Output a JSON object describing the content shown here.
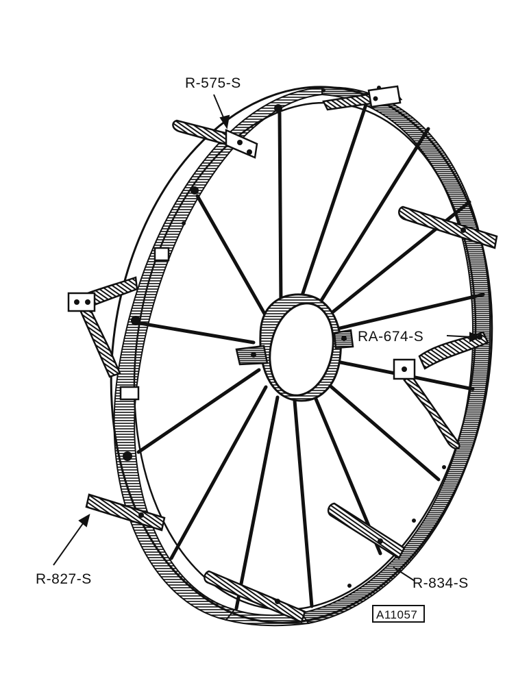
{
  "labels": {
    "top": "R-575-S",
    "right": "RA-674-S",
    "bottom_left": "R-827-S",
    "bottom_right": "R-834-S"
  },
  "figure_code": "A11057",
  "colors": {
    "ink": "#111111",
    "paper": "#ffffff"
  }
}
